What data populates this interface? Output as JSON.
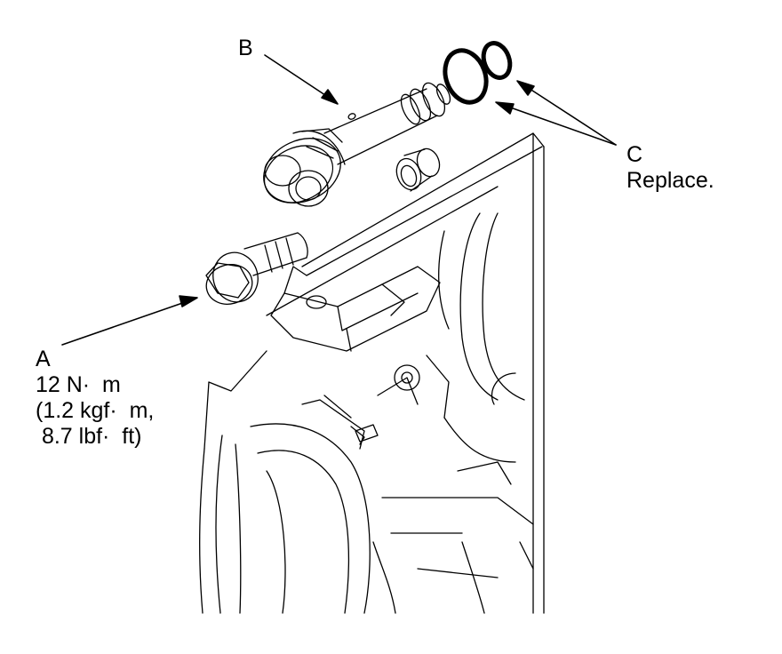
{
  "callouts": {
    "a": {
      "letter": "A",
      "torque_line1": "12 N·  m",
      "torque_line2": "(1.2 kgf·  m,",
      "torque_line3": " 8.7 lbf·  ft)"
    },
    "b": {
      "letter": "B"
    },
    "c": {
      "letter": "C",
      "note": "Replace."
    }
  },
  "colors": {
    "ink": "#000000",
    "paper": "#ffffff"
  }
}
